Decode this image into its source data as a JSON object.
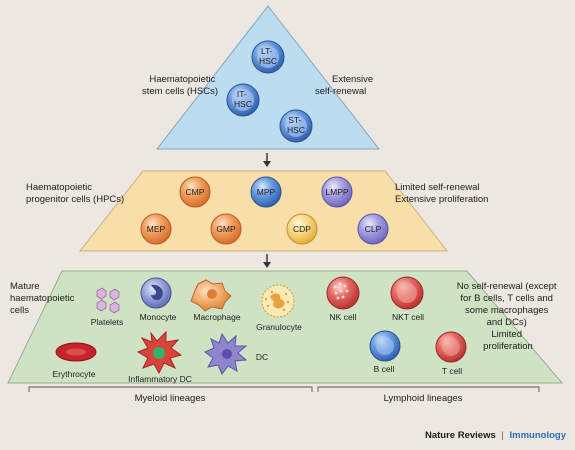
{
  "tiers": {
    "stem": {
      "label_lines": [
        "Haematopoietic",
        "stem cells (HSCs)"
      ],
      "side_lines": [
        "Extensive",
        "self-renewal"
      ],
      "cells": [
        {
          "lines": [
            "LT-",
            "HSC"
          ]
        },
        {
          "lines": [
            "IT-",
            "HSC"
          ]
        },
        {
          "lines": [
            "ST-",
            "HSC"
          ]
        }
      ]
    },
    "progenitor": {
      "label_lines": [
        "Haematopoietic",
        "progenitor cells (HPCs)"
      ],
      "side_lines": [
        "Limited self-renewal",
        "Extensive proliferation"
      ],
      "cells": [
        {
          "label": "CMP"
        },
        {
          "label": "MPP"
        },
        {
          "label": "LMPP"
        },
        {
          "label": "MEP"
        },
        {
          "label": "GMP"
        },
        {
          "label": "CDP"
        },
        {
          "label": "CLP"
        }
      ]
    },
    "mature": {
      "label_lines": [
        "Mature",
        "haematopoietic",
        "cells"
      ],
      "side_lines": [
        "No self-renewal (except",
        "for B cells, T cells and",
        "some macrophages",
        "and DCs)",
        "Limited",
        "proliferation"
      ],
      "cells": [
        {
          "label": "Platelets"
        },
        {
          "label": "Monocyte"
        },
        {
          "label": "Macrophage"
        },
        {
          "label": "Granulocyte"
        },
        {
          "label": "NK cell"
        },
        {
          "label": "NKT cell"
        },
        {
          "label": "Erythrocyte"
        },
        {
          "label": "Inflammatory DC"
        },
        {
          "label": "DC"
        },
        {
          "label": "B cell"
        },
        {
          "label": "T cell"
        }
      ]
    }
  },
  "lineages": {
    "myeloid": "Myeloid lineages",
    "lymphoid": "Lymphoid lineages"
  },
  "footer": {
    "journal": "Nature Reviews",
    "separator": "|",
    "subject": "Immunology"
  },
  "colors": {
    "stem_tier": "#bcdcef",
    "progenitor_tier": "#f8dfaa",
    "mature_tier": "#cfe3c4",
    "stem_cell": "#4f7fc7",
    "cmp": "#e88344",
    "mpp": "#3f79c8",
    "lmpp": "#8b84cf",
    "red_cell": "#d64646",
    "blue_cell": "#3f79c8",
    "subject_text": "#2d6db5"
  }
}
